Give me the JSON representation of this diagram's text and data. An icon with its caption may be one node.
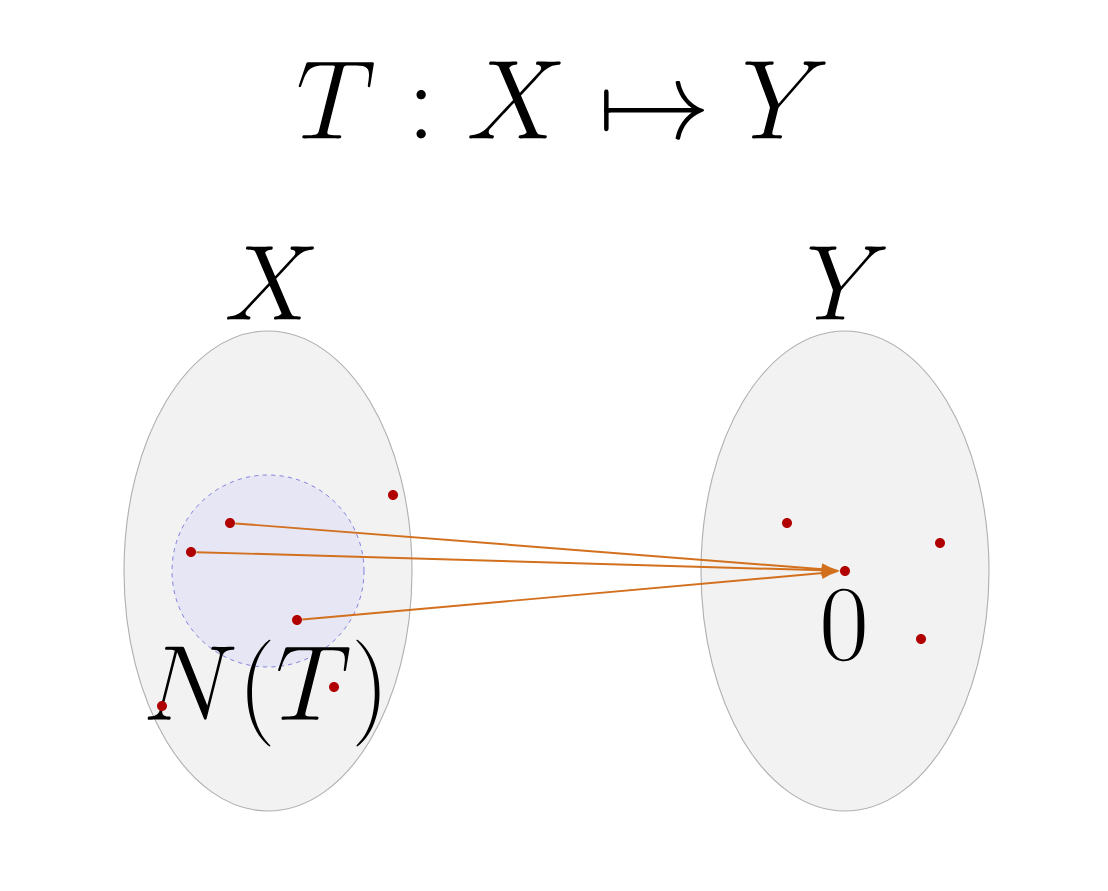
{
  "diagram": {
    "title": "T: X \\mapsto Y",
    "nodes": [
      {
        "text": [
          "X"
        ]
      },
      {
        "text": [
          "N(T)"
        ],
        "in": 0
      },
      {
        "text": [],
        "shape": "circle",
        "in": 1
      },
      {
        "text": [],
        "shape": "circle",
        "in": 1
      },
      {
        "text": [],
        "shape": "circle",
        "in": 1
      },
      {
        "text": [],
        "shape": "circle",
        "in": 0
      },
      {
        "text": [],
        "shape": "circle",
        "in": 0
      },
      {
        "text": [],
        "shape": "circle",
        "in": 0
      },
      {
        "text": [
          "Y"
        ]
      },
      {
        "text": [],
        "shape": "circle",
        "in": 8
      },
      {
        "text": [],
        "shape": "circle",
        "in": 8
      },
      {
        "text": [
          "0"
        ],
        "in": 8
      },
      {
        "text": [],
        "shape": "circle",
        "in": 8
      }
    ],
    "edges": [
      {
        "from": 2,
        "to": 11,
        "arrow": "to",
        "color": "#d2701e"
      },
      {
        "from": 3,
        "to": 11,
        "arrow": "to",
        "color": "#d2701e"
      },
      {
        "from": 4,
        "to": 11,
        "arrow": "to",
        "color": "#d2701e"
      }
    ]
  }
}
